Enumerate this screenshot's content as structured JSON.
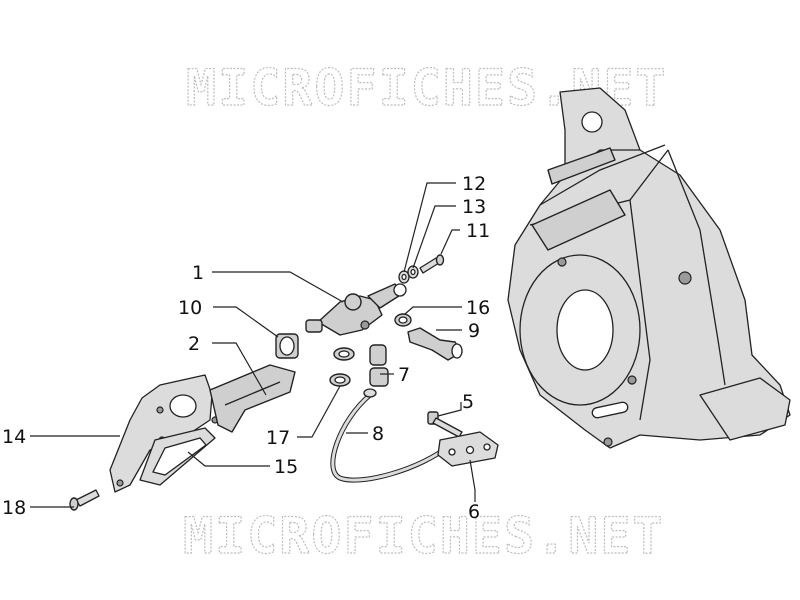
{
  "watermark": {
    "top": "MICROFICHES.NET",
    "bottom": "MICROFICHES.NET"
  },
  "callouts": {
    "n1": "1",
    "n2": "2",
    "n5": "5",
    "n6": "6",
    "n7": "7",
    "n8": "8",
    "n9": "9",
    "n10": "10",
    "n11": "11",
    "n12": "12",
    "n13": "13",
    "n14": "14",
    "n15": "15",
    "n16": "16",
    "n17": "17",
    "n18": "18"
  },
  "colors": {
    "part_fill": "#cfcfcf",
    "outline": "#222222",
    "watermark": "#bdbdbd"
  }
}
